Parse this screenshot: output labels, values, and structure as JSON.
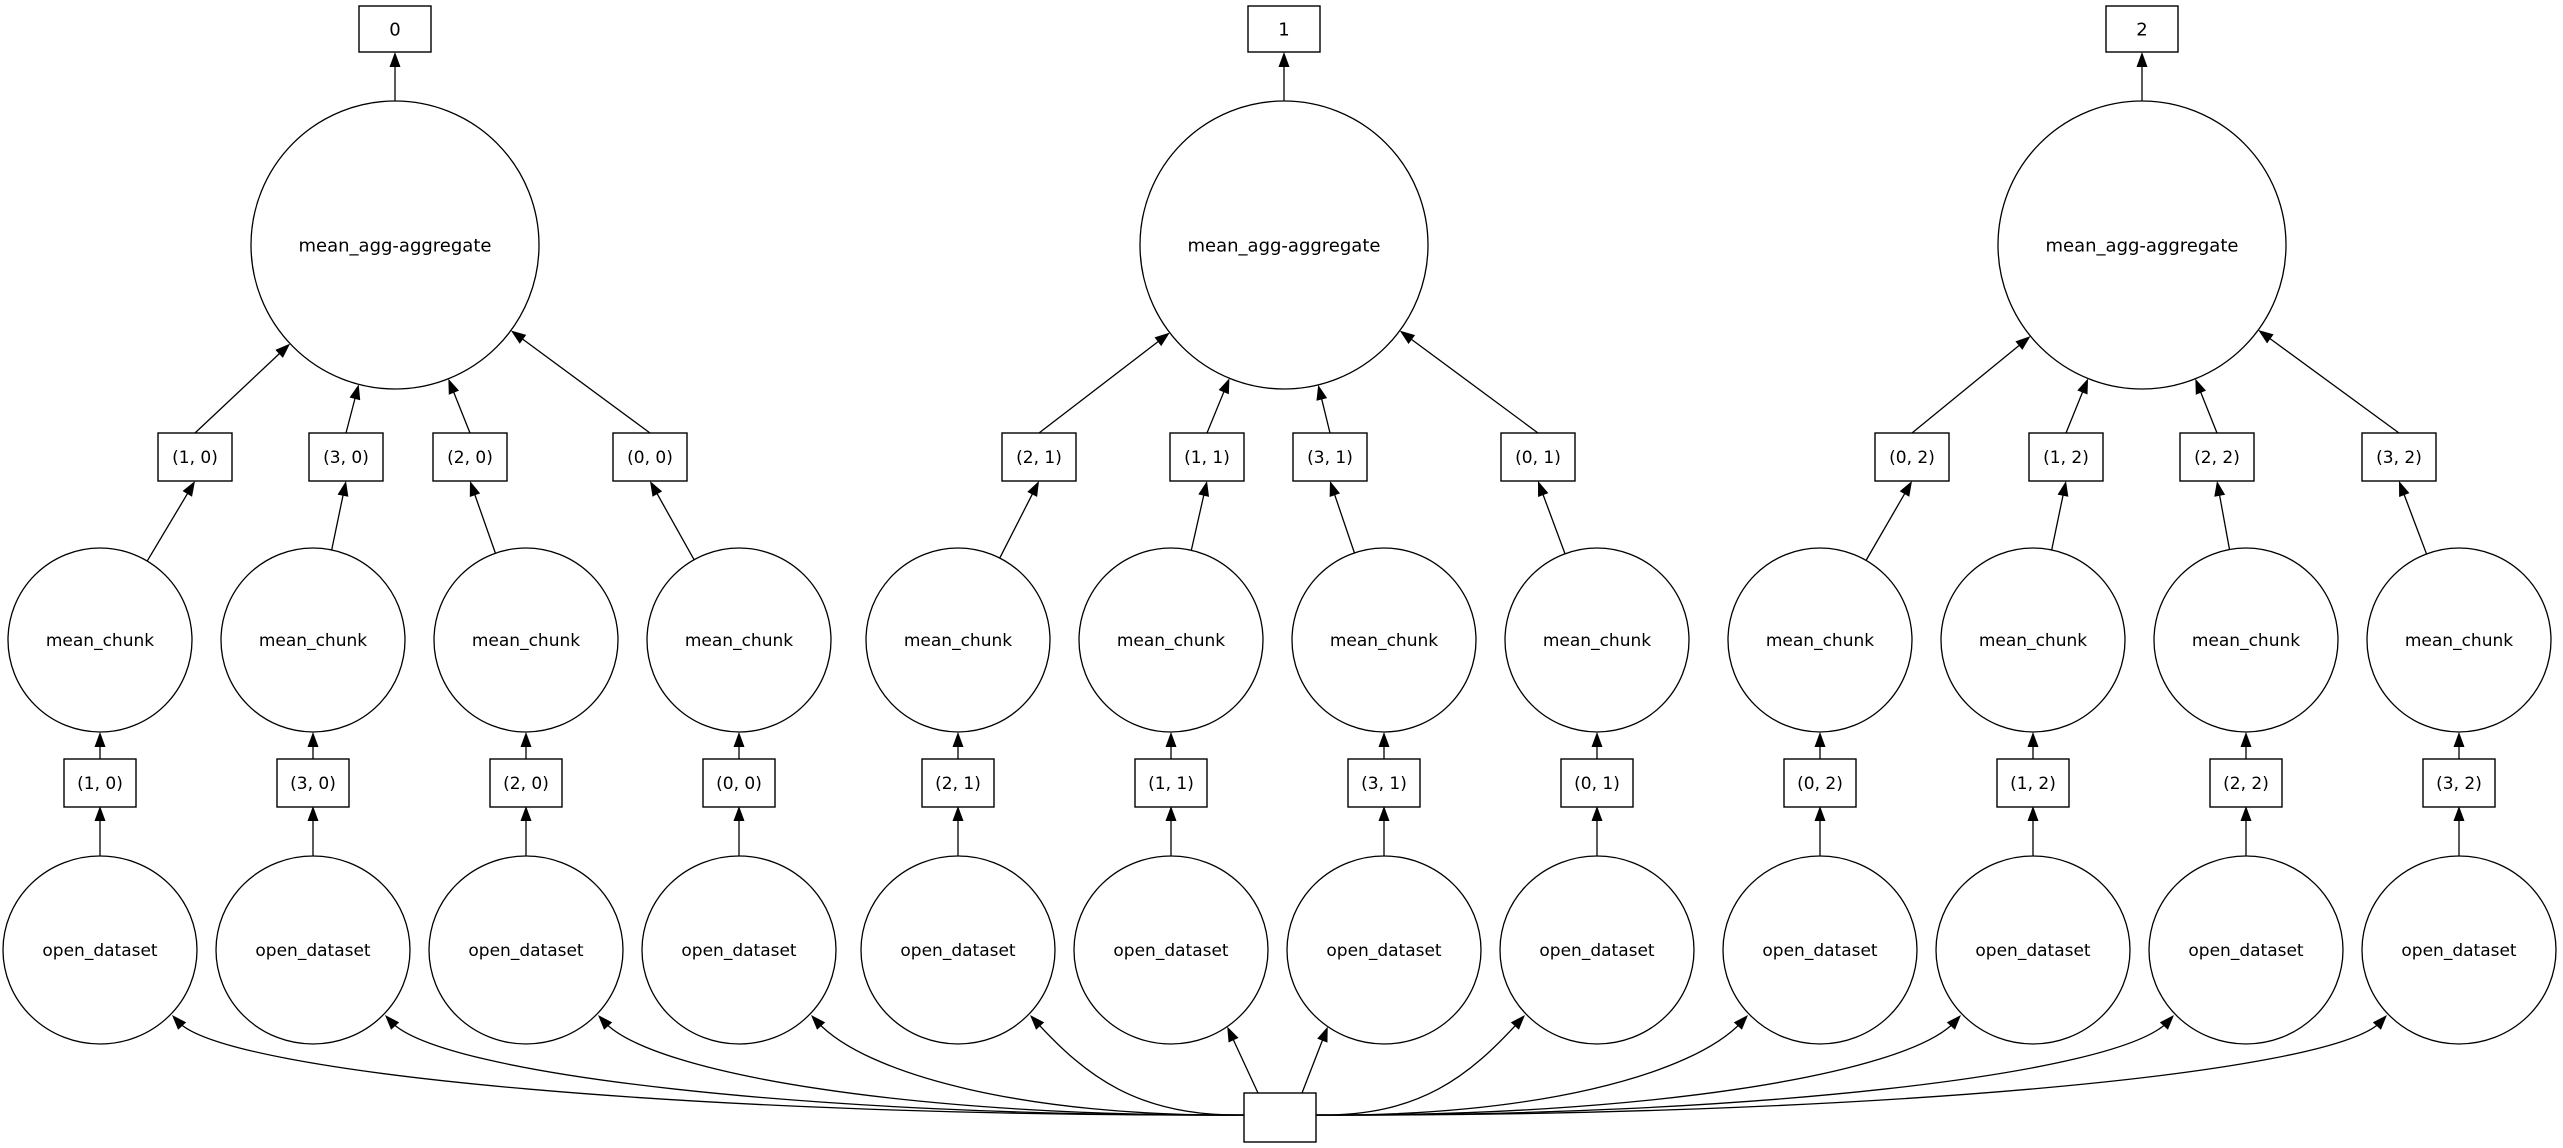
{
  "page": {
    "background": "#ffffff"
  },
  "diagram": {
    "type": "task-graph",
    "node_fill": "#ffffff",
    "node_stroke": "#000000",
    "edge_color": "#000000",
    "root_label": "",
    "groups": [
      {
        "output_label": "0",
        "aggregate_label": "mean_agg-aggregate",
        "upper_keys": [
          "(1, 0)",
          "(3, 0)",
          "(2, 0)",
          "(0, 0)"
        ],
        "chunk_labels": [
          "mean_chunk",
          "mean_chunk",
          "mean_chunk",
          "mean_chunk"
        ],
        "lower_keys": [
          "(1, 0)",
          "(3, 0)",
          "(2, 0)",
          "(0, 0)"
        ],
        "dataset_labels": [
          "open_dataset",
          "open_dataset",
          "open_dataset",
          "open_dataset"
        ]
      },
      {
        "output_label": "1",
        "aggregate_label": "mean_agg-aggregate",
        "upper_keys": [
          "(2, 1)",
          "(1, 1)",
          "(3, 1)",
          "(0, 1)"
        ],
        "chunk_labels": [
          "mean_chunk",
          "mean_chunk",
          "mean_chunk",
          "mean_chunk"
        ],
        "lower_keys": [
          "(2, 1)",
          "(1, 1)",
          "(3, 1)",
          "(0, 1)"
        ],
        "dataset_labels": [
          "open_dataset",
          "open_dataset",
          "open_dataset",
          "open_dataset"
        ]
      },
      {
        "output_label": "2",
        "aggregate_label": "mean_agg-aggregate",
        "upper_keys": [
          "(0, 2)",
          "(1, 2)",
          "(2, 2)",
          "(3, 2)"
        ],
        "chunk_labels": [
          "mean_chunk",
          "mean_chunk",
          "mean_chunk",
          "mean_chunk"
        ],
        "lower_keys": [
          "(0, 2)",
          "(1, 2)",
          "(2, 2)",
          "(3, 2)"
        ],
        "dataset_labels": [
          "open_dataset",
          "open_dataset",
          "open_dataset",
          "open_dataset"
        ]
      }
    ]
  }
}
